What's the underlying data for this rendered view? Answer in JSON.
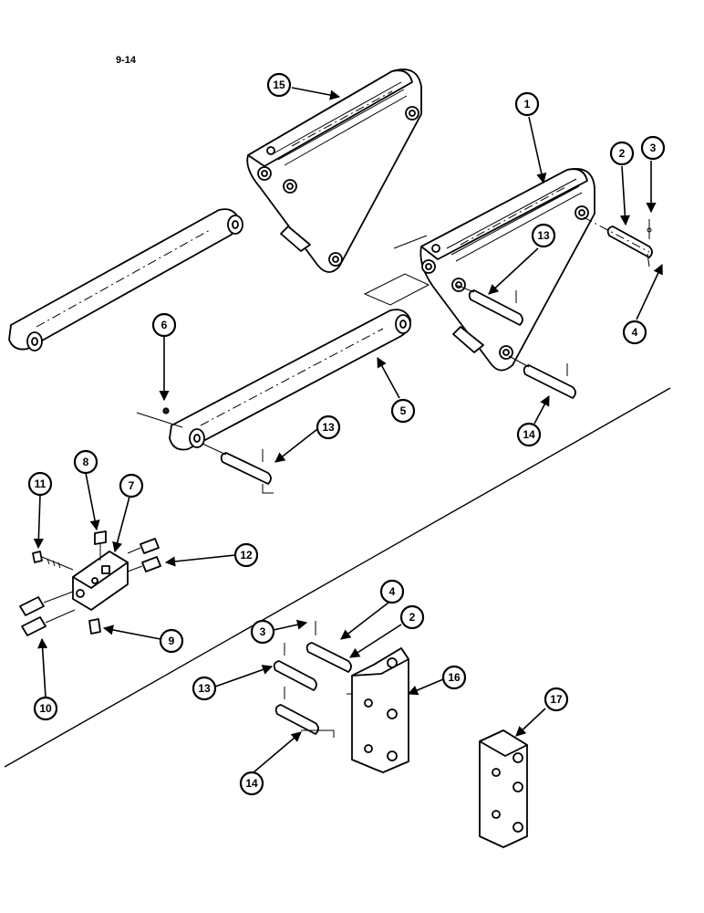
{
  "page_ref": "9-14",
  "callouts": {
    "c1": "1",
    "c2a": "2",
    "c3a": "3",
    "c4a": "4",
    "c5": "5",
    "c6": "6",
    "c7": "7",
    "c8": "8",
    "c9": "9",
    "c10": "10",
    "c11": "11",
    "c12": "12",
    "c13a": "13",
    "c13b": "13",
    "c13c": "13",
    "c14a": "14",
    "c14b": "14",
    "c15": "15",
    "c16": "16",
    "c17": "17",
    "c2b": "2",
    "c3b": "3",
    "c4b": "4"
  }
}
